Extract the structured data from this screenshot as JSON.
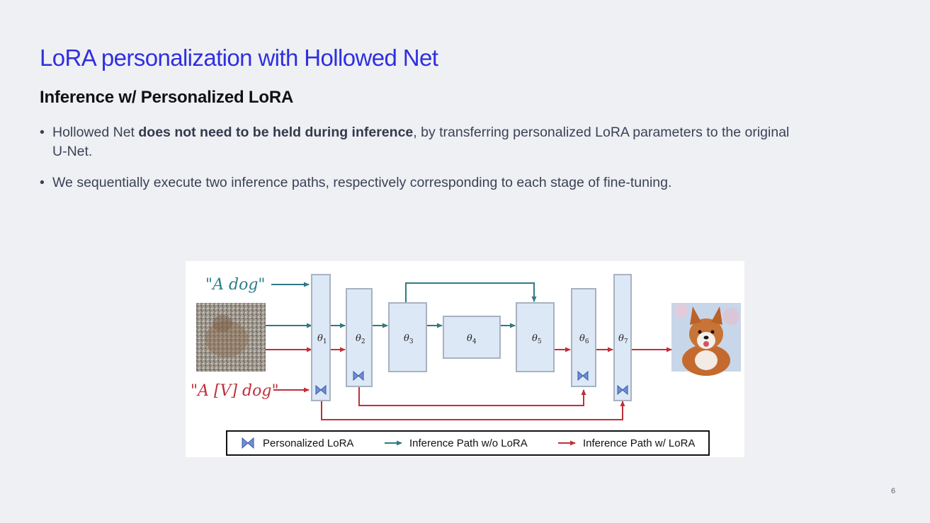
{
  "slide": {
    "title": "LoRA personalization with Hollowed Net",
    "subtitle": "Inference w/ Personalized LoRA",
    "bullets": [
      {
        "bullet_char": "•",
        "pre": "Hollowed Net ",
        "bold": "does not need to be held during inference",
        "post": ", by transferring personalized LoRA parameters to the original U-Net."
      },
      {
        "bullet_char": "•",
        "text": "We sequentially execute two inference paths, respectively corresponding to each stage of fine-tuning."
      }
    ],
    "page_number": "6"
  },
  "diagram": {
    "prompt_plain": "\"A dog\"",
    "prompt_personal": "\"A [V] dog\"",
    "blocks": [
      {
        "label": "θ",
        "sub": "1"
      },
      {
        "label": "θ",
        "sub": "2"
      },
      {
        "label": "θ",
        "sub": "3"
      },
      {
        "label": "θ",
        "sub": "4"
      },
      {
        "label": "θ",
        "sub": "5"
      },
      {
        "label": "θ",
        "sub": "6"
      },
      {
        "label": "θ",
        "sub": "7"
      }
    ],
    "legend": {
      "lora": "Personalized LoRA",
      "path_without": "Inference Path w/o LoRA",
      "path_with": "Inference Path w/ LoRA"
    },
    "colors": {
      "teal": "#2f7a82",
      "red": "#c22e3a",
      "block_fill": "#dce8f6",
      "block_stroke": "#a8b2c0",
      "lora_fill": "#6d8fd6",
      "prompt_teal": "#2c7f86",
      "prompt_red": "#c0303a"
    },
    "images": {
      "input": "noisy-dog-image",
      "output": "corgi-dog-image"
    }
  }
}
